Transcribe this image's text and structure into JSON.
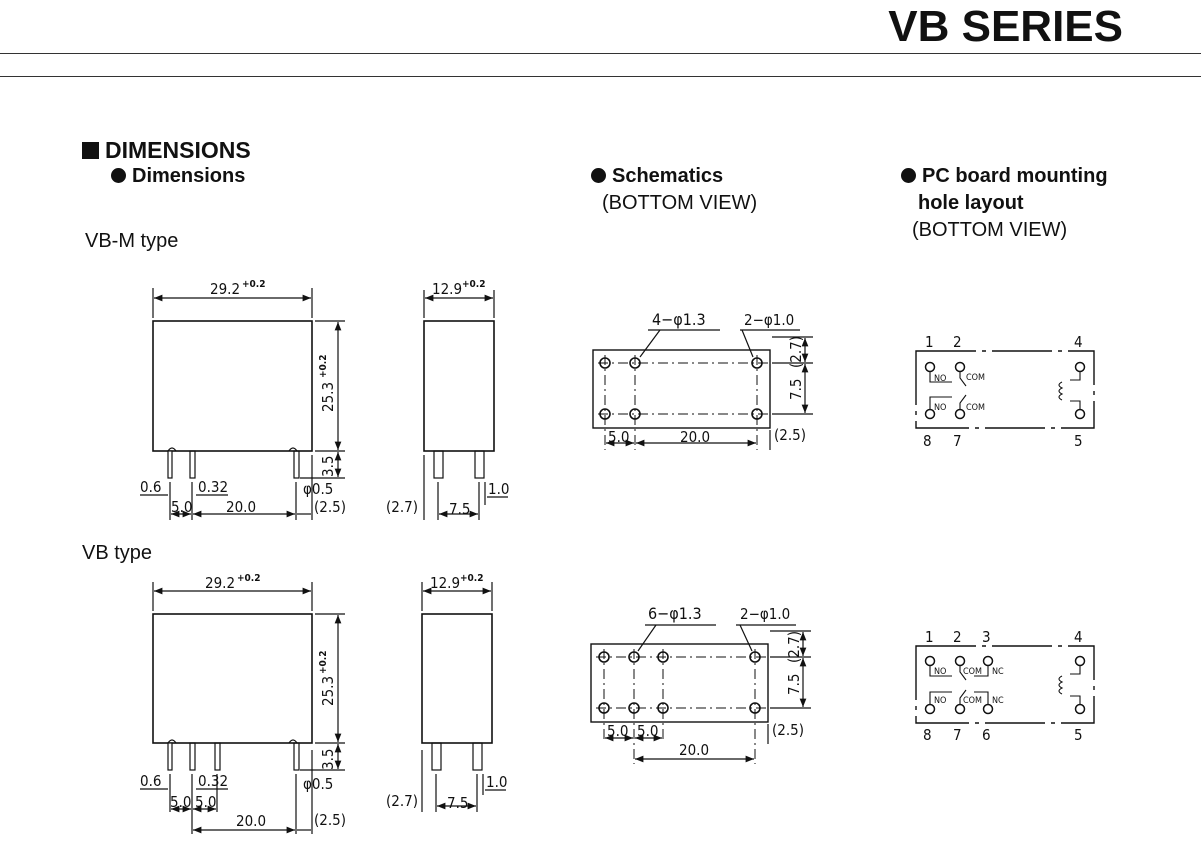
{
  "header": {
    "series_title": "VB SERIES"
  },
  "section": {
    "title": "DIMENSIONS",
    "dimensions_heading": "Dimensions",
    "schematics_heading": "Schematics",
    "schematics_view": "(BOTTOM VIEW)",
    "pcb_heading_line1": "PC board mounting",
    "pcb_heading_line2": "hole layout",
    "pcb_view": "(BOTTOM VIEW)"
  },
  "types": {
    "vbm": {
      "label": "VB-M type",
      "front": {
        "width": "29.2",
        "width_tol": "+0.2",
        "height": "25.3",
        "height_tol": "+0.2",
        "pin_len": "3.5",
        "pin_w": "0.6",
        "pin_t": "0.32",
        "pin_dia": "φ0.5",
        "pitch1": "5.0",
        "pitch2": "20.0",
        "offset": "(2.5)"
      },
      "side": {
        "width": "12.9",
        "width_tol": "+0.2",
        "left": "(2.7)",
        "pitch": "7.5",
        "pin": "1.0"
      },
      "schematic": {
        "hole_big": "4−φ1.3",
        "hole_small": "2−φ1.0",
        "v_top": "(2.7)",
        "v_mid": "7.5",
        "h1": "5.0",
        "h2": "20.0",
        "h_off": "(2.5)"
      },
      "pcb": {
        "top_pins": [
          "1",
          "2",
          "4"
        ],
        "bottom_pins": [
          "8",
          "7",
          "5"
        ],
        "labels": [
          "NO",
          "COM",
          "NO",
          "COM"
        ]
      }
    },
    "vb": {
      "label": "VB type",
      "front": {
        "width": "29.2",
        "width_tol": "+0.2",
        "height": "25.3",
        "height_tol": "+0.2",
        "pin_len": "3.5",
        "pin_w": "0.6",
        "pin_t": "0.32",
        "pin_dia": "φ0.5",
        "pitch1a": "5.0",
        "pitch1b": "5.0",
        "pitch2": "20.0",
        "offset": "(2.5)"
      },
      "side": {
        "width": "12.9",
        "width_tol": "+0.2",
        "left": "(2.7)",
        "pitch": "7.5",
        "pin": "1.0"
      },
      "schematic": {
        "hole_big": "6−φ1.3",
        "hole_small": "2−φ1.0",
        "v_top": "(2.7)",
        "v_mid": "7.5",
        "h1": "5.0",
        "h1b": "5.0",
        "h2": "20.0",
        "h_off": "(2.5)"
      },
      "pcb": {
        "top_pins": [
          "1",
          "2",
          "3",
          "4"
        ],
        "bottom_pins": [
          "8",
          "7",
          "6",
          "5"
        ],
        "labels": [
          "NO",
          "COM",
          "NC",
          "NO",
          "COM",
          "NC"
        ]
      }
    }
  }
}
